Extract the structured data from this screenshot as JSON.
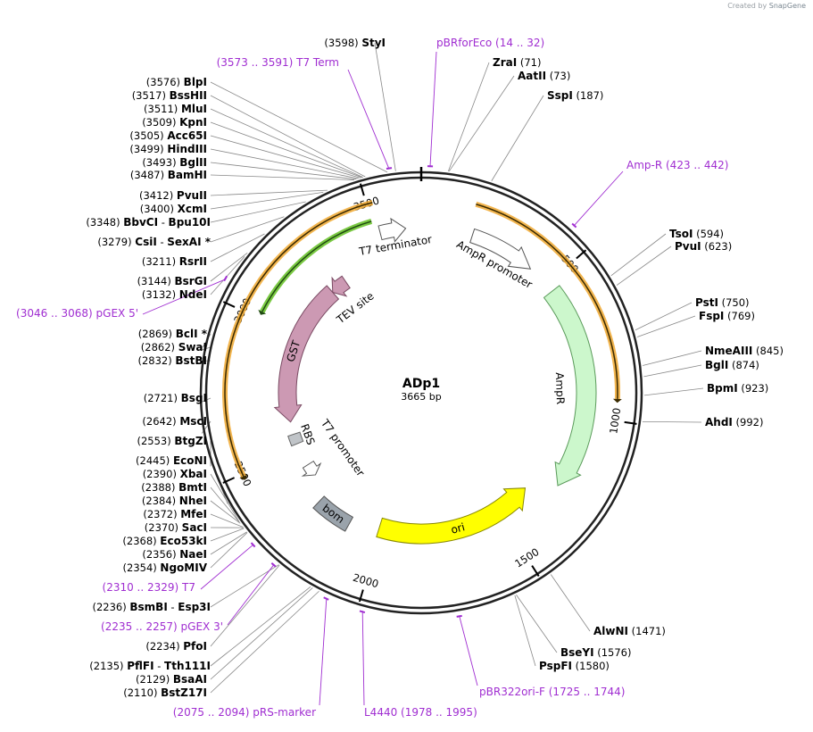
{
  "credit": {
    "prefix": "Created by",
    "brand": "SnapGene"
  },
  "plasmid": {
    "name": "ADp1",
    "length_label": "3665 bp",
    "length": 3665
  },
  "ticks": [
    {
      "bp": 500,
      "label": "500"
    },
    {
      "bp": 1000,
      "label": "1000"
    },
    {
      "bp": 1500,
      "label": "1500"
    },
    {
      "bp": 2000,
      "label": "2000"
    },
    {
      "bp": 2500,
      "label": "2500"
    },
    {
      "bp": 3000,
      "label": "3000"
    },
    {
      "bp": 3500,
      "label": "3500"
    }
  ],
  "features": [
    {
      "name": "AmpR",
      "kind": "arrow",
      "start": 0.145,
      "end": 0.345,
      "radius": 185,
      "color": "#ccf7cc",
      "stroke": "#5a9a5a",
      "width": 22
    },
    {
      "name": "AmpR promoter",
      "kind": "arrow",
      "start": 0.05,
      "end": 0.115,
      "radius": 185,
      "color": "#ffffff",
      "stroke": "#555555",
      "width": 16
    },
    {
      "name": "ori",
      "kind": "arrow",
      "start": 0.368,
      "end": 0.548,
      "radius": 158,
      "color": "#ffff00",
      "stroke": "#888800",
      "width": 22
    },
    {
      "name": "GST",
      "kind": "arrow",
      "start": 0.715,
      "end": 0.885,
      "radius": 150,
      "color": "#cc99b3",
      "stroke": "#7a4a63",
      "width": 20
    },
    {
      "name": "TEV site",
      "kind": "arrow",
      "start": 0.885,
      "end": 0.905,
      "radius": 150,
      "color": "#cc99b3",
      "stroke": "#7a4a63",
      "width": 16
    },
    {
      "name": "RBS",
      "kind": "box",
      "start": 0.688,
      "end": 0.7,
      "radius": 150,
      "color": "#c0c4c8",
      "stroke": "#666",
      "width": 14
    },
    {
      "name": "T7 promoter",
      "kind": "arrow",
      "start": 0.645,
      "end": 0.66,
      "radius": 150,
      "color": "#ffffff",
      "stroke": "#555555",
      "width": 14
    },
    {
      "name": "bom",
      "kind": "box",
      "start": 0.58,
      "end": 0.62,
      "radius": 168,
      "color": "#9aa3ab",
      "stroke": "#555",
      "width": 18
    },
    {
      "name": "T7 terminator",
      "kind": "arrow",
      "start": 0.96,
      "end": 0.985,
      "radius": 185,
      "color": "#ffffff",
      "stroke": "#555555",
      "width": 16
    }
  ],
  "orange_arcs": [
    {
      "start": 0.045,
      "end": 0.255,
      "radius": 220
    },
    {
      "start": 0.68,
      "end": 0.96,
      "radius": 220
    }
  ],
  "green_arc": {
    "start": 0.825,
    "end": 0.955,
    "radius": 200
  },
  "primers": [
    {
      "name": "pBRforEco",
      "range": "(14 .. 32)",
      "bp": 23
    },
    {
      "name": "T7 Term",
      "range": "(3573 .. 3591)",
      "bp": 3582
    },
    {
      "name": "Amp-R",
      "range": "(423 .. 442)",
      "bp": 432
    },
    {
      "name": "pGEX 5'",
      "range": "(3046 .. 3068)",
      "bp": 3057
    },
    {
      "name": "T7",
      "range": "(2310 .. 2329)",
      "bp": 2320
    },
    {
      "name": "pGEX 3'",
      "range": "(2235 .. 2257)",
      "bp": 2246
    },
    {
      "name": "pRS-marker",
      "range": "(2075 .. 2094)",
      "bp": 2085
    },
    {
      "name": "L4440",
      "range": "(1978 .. 1995)",
      "bp": 1986
    },
    {
      "name": "pBR322ori-F",
      "range": "(1725 .. 1744)",
      "bp": 1734
    }
  ],
  "sites": [
    {
      "pos": "(3598)",
      "name": "StyI",
      "bp": 3598,
      "side": "left"
    },
    {
      "pos": "(3576)",
      "name": "BlpI",
      "bp": 3576,
      "side": "left"
    },
    {
      "pos": "(3517)",
      "name": "BssHII",
      "bp": 3517,
      "side": "left"
    },
    {
      "pos": "(3511)",
      "name": "MluI",
      "bp": 3511,
      "side": "left"
    },
    {
      "pos": "(3509)",
      "name": "KpnI",
      "bp": 3509,
      "side": "left"
    },
    {
      "pos": "(3505)",
      "name": "Acc65I",
      "bp": 3505,
      "side": "left"
    },
    {
      "pos": "(3499)",
      "name": "HindIII",
      "bp": 3499,
      "side": "left"
    },
    {
      "pos": "(3493)",
      "name": "BglII",
      "bp": 3493,
      "side": "left"
    },
    {
      "pos": "(3487)",
      "name": "BamHI",
      "bp": 3487,
      "side": "left"
    },
    {
      "pos": "(3412)",
      "name": "PvuII",
      "bp": 3412,
      "side": "left"
    },
    {
      "pos": "(3400)",
      "name": "XcmI",
      "bp": 3400,
      "side": "left"
    },
    {
      "pos": "(3348)",
      "name": "BbvCI",
      "name2": "Bpu10I",
      "bp": 3348,
      "side": "left"
    },
    {
      "pos": "(3279)",
      "name": "CsiI",
      "name2": "SexAI *",
      "bp": 3279,
      "side": "left"
    },
    {
      "pos": "(3211)",
      "name": "RsrII",
      "bp": 3211,
      "side": "left"
    },
    {
      "pos": "(3144)",
      "name": "BsrGI",
      "bp": 3144,
      "side": "left"
    },
    {
      "pos": "(3132)",
      "name": "NdeI",
      "bp": 3132,
      "side": "left"
    },
    {
      "pos": "(2869)",
      "name": "BclI *",
      "bp": 2869,
      "side": "left"
    },
    {
      "pos": "(2862)",
      "name": "SwaI",
      "bp": 2862,
      "side": "left"
    },
    {
      "pos": "(2832)",
      "name": "BstBI",
      "bp": 2832,
      "side": "left"
    },
    {
      "pos": "(2721)",
      "name": "BsgI",
      "bp": 2721,
      "side": "left"
    },
    {
      "pos": "(2642)",
      "name": "MscI",
      "bp": 2642,
      "side": "left"
    },
    {
      "pos": "(2553)",
      "name": "BtgZI",
      "bp": 2553,
      "side": "left"
    },
    {
      "pos": "(2445)",
      "name": "EcoNI",
      "bp": 2445,
      "side": "left"
    },
    {
      "pos": "(2390)",
      "name": "XbaI",
      "bp": 2390,
      "side": "left"
    },
    {
      "pos": "(2388)",
      "name": "BmtI",
      "bp": 2388,
      "side": "left"
    },
    {
      "pos": "(2384)",
      "name": "NheI",
      "bp": 2384,
      "side": "left"
    },
    {
      "pos": "(2372)",
      "name": "MfeI",
      "bp": 2372,
      "side": "left"
    },
    {
      "pos": "(2370)",
      "name": "SacI",
      "bp": 2370,
      "side": "left"
    },
    {
      "pos": "(2368)",
      "name": "Eco53kI",
      "bp": 2368,
      "side": "left"
    },
    {
      "pos": "(2356)",
      "name": "NaeI",
      "bp": 2356,
      "side": "left"
    },
    {
      "pos": "(2354)",
      "name": "NgoMIV",
      "bp": 2354,
      "side": "left"
    },
    {
      "pos": "(2236)",
      "name": "BsmBI",
      "name2": "Esp3I",
      "bp": 2236,
      "side": "left"
    },
    {
      "pos": "(2234)",
      "name": "PfoI",
      "bp": 2234,
      "side": "left"
    },
    {
      "pos": "(2135)",
      "name": "PflFI",
      "name2": "Tth111I",
      "bp": 2135,
      "side": "left"
    },
    {
      "pos": "(2129)",
      "name": "BsaAI",
      "bp": 2129,
      "side": "left"
    },
    {
      "pos": "(2110)",
      "name": "BstZ17I",
      "bp": 2110,
      "side": "left"
    },
    {
      "pos": "(71)",
      "name": "ZraI",
      "bp": 71,
      "side": "right"
    },
    {
      "pos": "(73)",
      "name": "AatII",
      "bp": 73,
      "side": "right"
    },
    {
      "pos": "(187)",
      "name": "SspI",
      "bp": 187,
      "side": "right"
    },
    {
      "pos": "(594)",
      "name": "TsoI",
      "bp": 594,
      "side": "right"
    },
    {
      "pos": "(623)",
      "name": "PvuI",
      "bp": 623,
      "side": "right"
    },
    {
      "pos": "(750)",
      "name": "PstI",
      "bp": 750,
      "side": "right"
    },
    {
      "pos": "(769)",
      "name": "FspI",
      "bp": 769,
      "side": "right"
    },
    {
      "pos": "(845)",
      "name": "NmeAIII",
      "bp": 845,
      "side": "right"
    },
    {
      "pos": "(874)",
      "name": "BglI",
      "bp": 874,
      "side": "right"
    },
    {
      "pos": "(923)",
      "name": "BpmI",
      "bp": 923,
      "side": "right"
    },
    {
      "pos": "(992)",
      "name": "AhdI",
      "bp": 992,
      "side": "right"
    },
    {
      "pos": "(1471)",
      "name": "AlwNI",
      "bp": 1471,
      "side": "right"
    },
    {
      "pos": "(1576)",
      "name": "BseYI",
      "bp": 1576,
      "side": "right"
    },
    {
      "pos": "(1580)",
      "name": "PspFI",
      "bp": 1580,
      "side": "right"
    }
  ]
}
